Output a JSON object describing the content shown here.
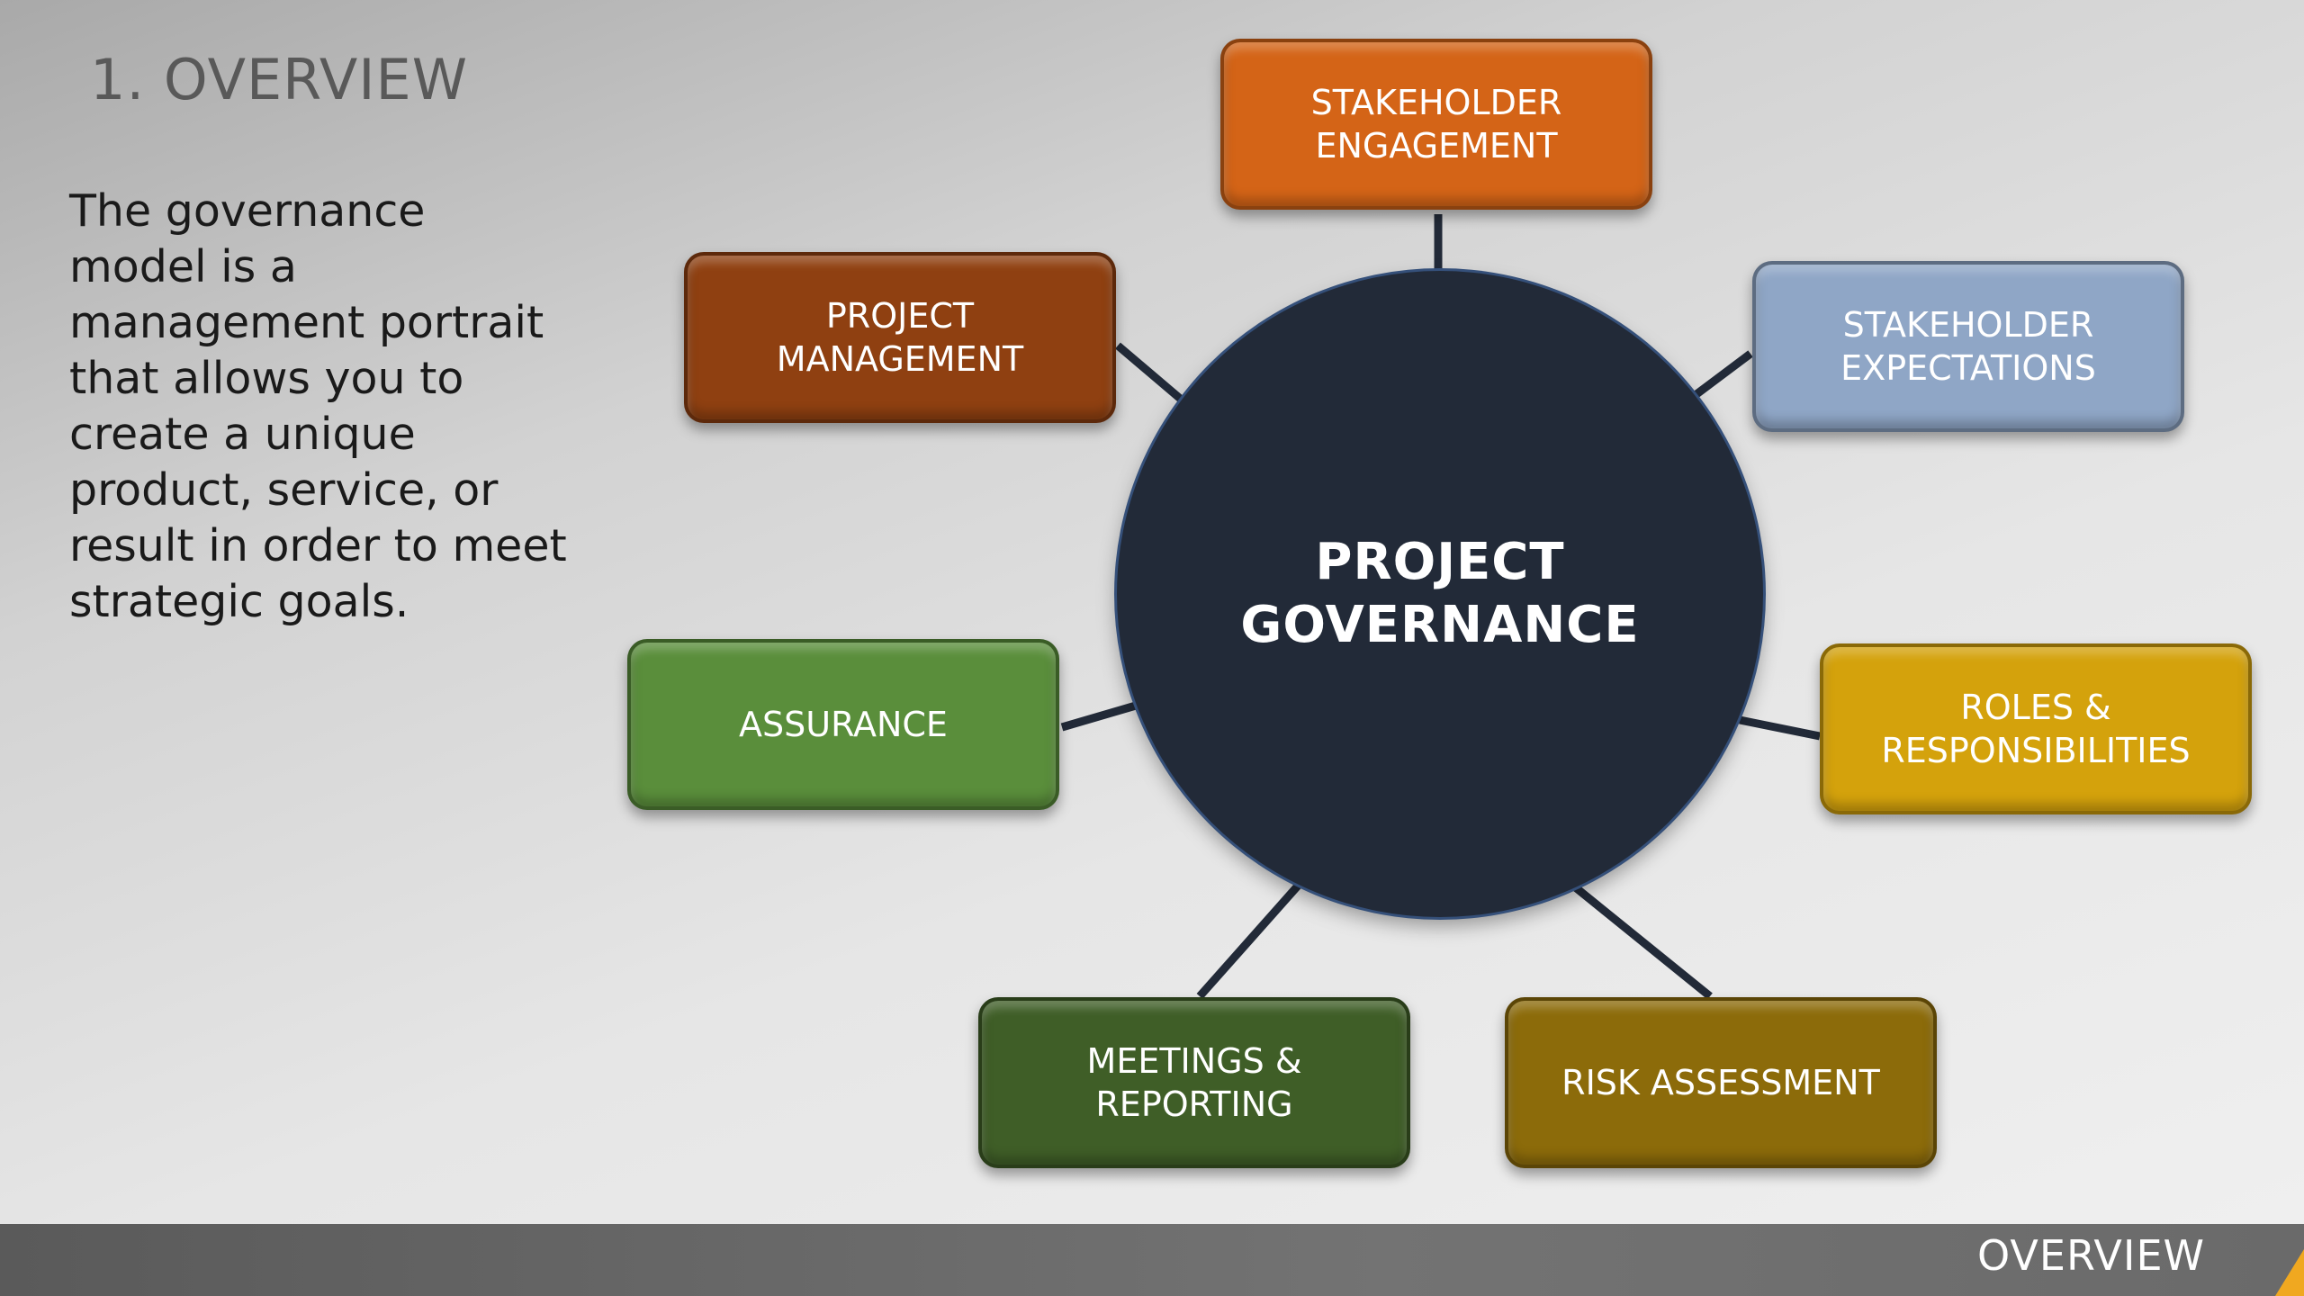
{
  "slide": {
    "title": "1. OVERVIEW",
    "description": "The governance\nmodel is a\nmanagement portrait\nthat allows you to\ncreate a unique\nproduct, service, or\nresult in order to meet\nstrategic goals.",
    "footer_label": "OVERVIEW"
  },
  "diagram": {
    "hub": {
      "label": "PROJECT\nGOVERNANCE",
      "color": "#222a38"
    },
    "nodes": [
      {
        "id": "stakeholder-engagement",
        "label": "STAKEHOLDER\nENGAGEMENT",
        "color": "#d46417"
      },
      {
        "id": "stakeholder-expectations",
        "label": "STAKEHOLDER\nEXPECTATIONS",
        "color": "#8fa6c6"
      },
      {
        "id": "roles-responsibilities",
        "label": "ROLES &\nRESPONSIBILITIES",
        "color": "#d4a20c"
      },
      {
        "id": "risk-assessment",
        "label": "RISK ASSESSMENT",
        "color": "#8c6b0a"
      },
      {
        "id": "meetings-reporting",
        "label": "MEETINGS &\nREPORTING",
        "color": "#3f5e27"
      },
      {
        "id": "assurance",
        "label": "ASSURANCE",
        "color": "#5a8e3b"
      },
      {
        "id": "project-management",
        "label": "PROJECT\nMANAGEMENT",
        "color": "#8f4011"
      }
    ]
  },
  "colors": {
    "accent": "#f0a820",
    "footer": "#6a6a6a"
  }
}
